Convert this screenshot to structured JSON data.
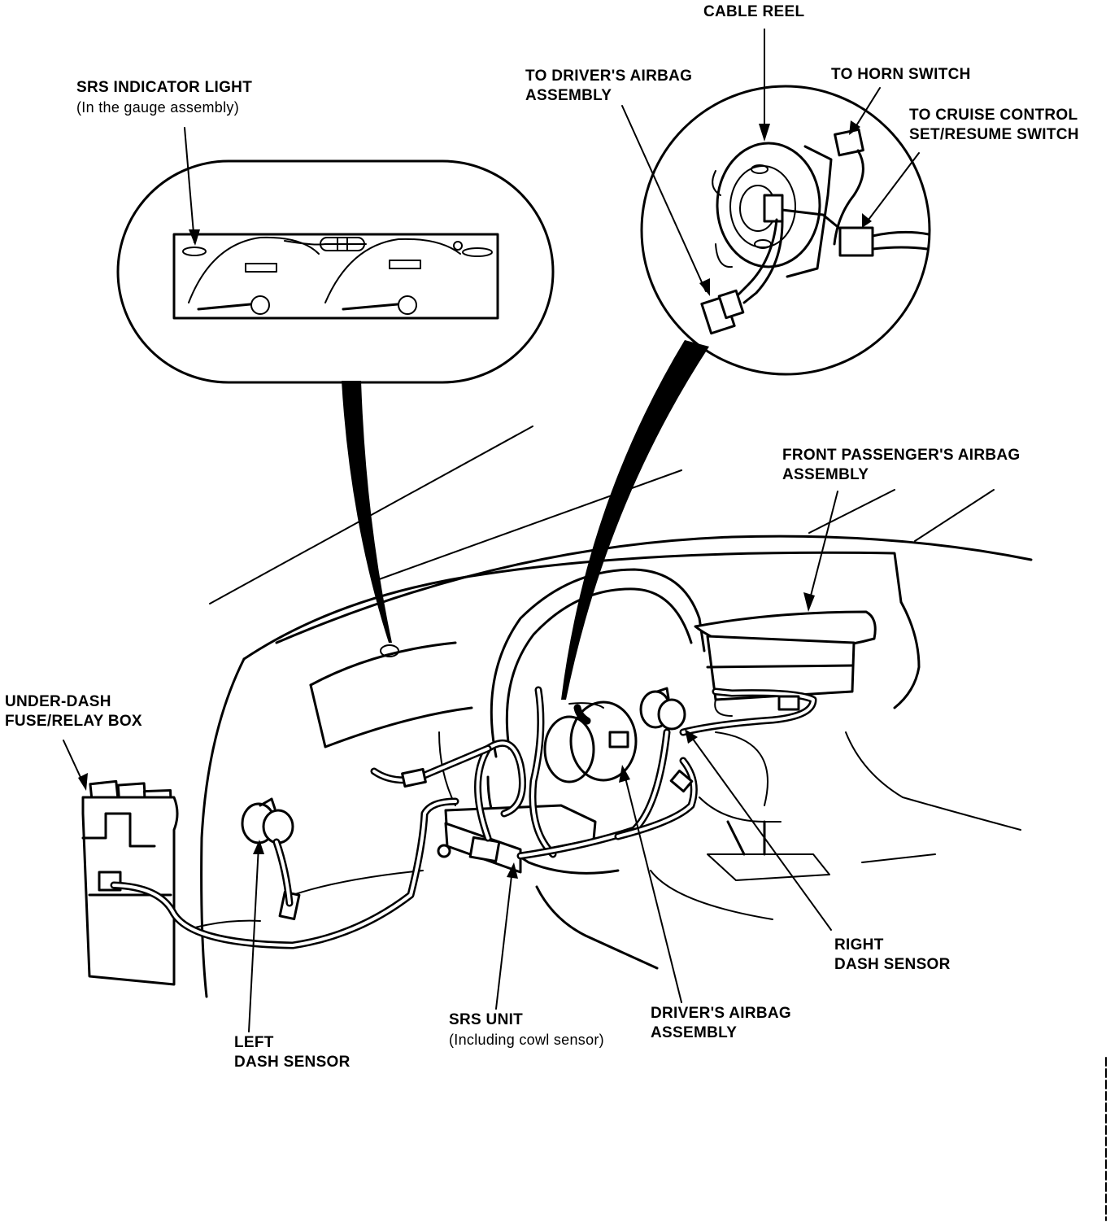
{
  "labels": {
    "cable_reel": "CABLE REEL",
    "to_drivers_airbag": [
      "TO DRIVER'S AIRBAG",
      "ASSEMBLY"
    ],
    "to_horn_switch": "TO HORN SWITCH",
    "to_cruise_control": [
      "TO CRUISE CONTROL",
      "SET/RESUME SWITCH"
    ],
    "srs_indicator_light": "SRS INDICATOR LIGHT",
    "srs_indicator_light_note": "(In the gauge assembly)",
    "front_passenger_airbag": [
      "FRONT PASSENGER'S AIRBAG",
      "ASSEMBLY"
    ],
    "under_dash_fuse_box": [
      "UNDER-DASH",
      "FUSE/RELAY BOX"
    ],
    "right_dash_sensor": [
      "RIGHT",
      "DASH SENSOR"
    ],
    "srs_unit": "SRS UNIT",
    "srs_unit_note": "(Including cowl sensor)",
    "drivers_airbag": [
      "DRIVER'S AIRBAG",
      "ASSEMBLY"
    ],
    "left_dash_sensor": [
      "LEFT",
      "DASH SENSOR"
    ]
  }
}
